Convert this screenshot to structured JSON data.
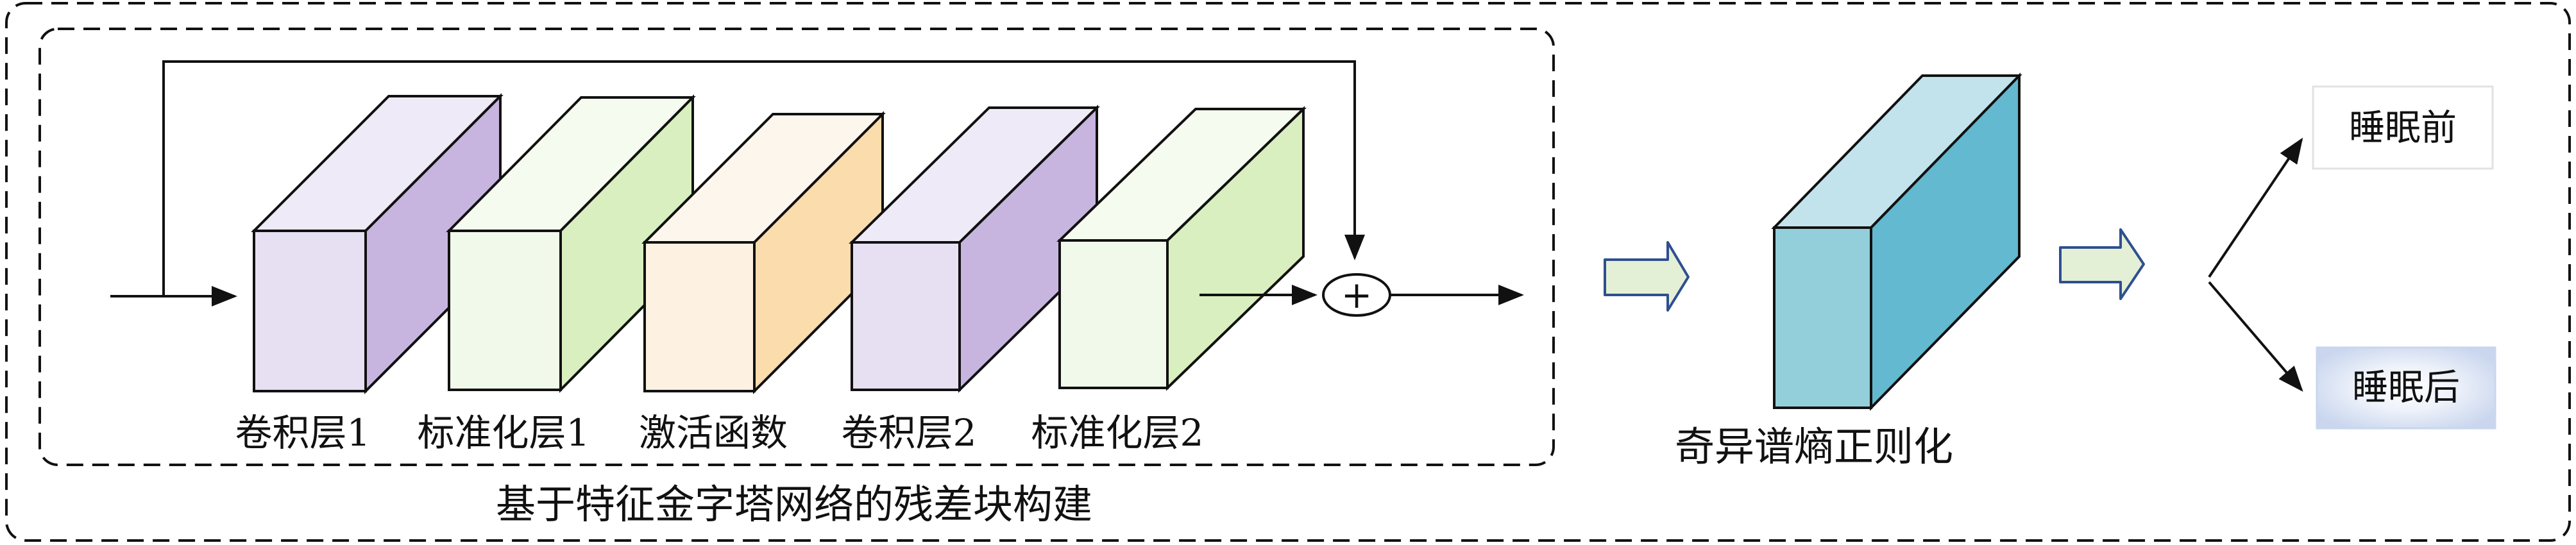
{
  "residual_block": {
    "layers": [
      {
        "label": "卷积层1",
        "front": "#e6e0f2",
        "side": "#c7b5e0",
        "top": "#efeaf7"
      },
      {
        "label": "标准化层1",
        "front": "#f1f9ea",
        "side": "#d9efbf",
        "top": "#f5fbef"
      },
      {
        "label": "激活函数",
        "front": "#fdf1e2",
        "side": "#fbdcad",
        "top": "#fdf6ec"
      },
      {
        "label": "卷积层2",
        "front": "#e6e0f2",
        "side": "#c7b5e0",
        "top": "#efeaf7"
      },
      {
        "label": "标准化层2",
        "front": "#f1f9ea",
        "side": "#d9efbf",
        "top": "#f5fbef"
      }
    ],
    "adder_symbol": "+",
    "caption": "基于特征金字塔网络的残差块构建"
  },
  "regularization": {
    "label": "奇异谱熵正则化",
    "front": "#93cfdb",
    "side": "#63b9cf",
    "top": "#c2e3ec"
  },
  "outputs": {
    "before_sleep": "睡眠前",
    "after_sleep": "睡眠后"
  },
  "colors": {
    "stroke": "#111111",
    "block_arrow_fill": "#e3f0d6",
    "block_arrow_stroke": "#2f4f8f",
    "after_box_fill": "#dde6f5"
  }
}
